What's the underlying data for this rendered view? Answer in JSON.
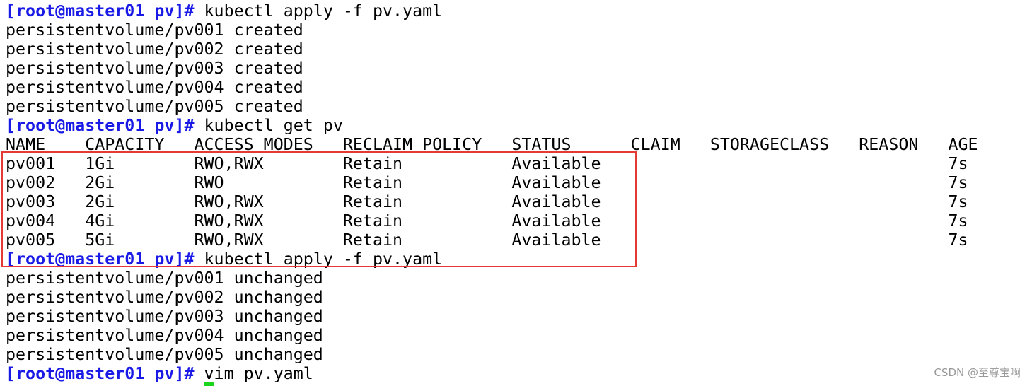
{
  "prompt": "[root@master01 pv]#",
  "commands": {
    "apply": "kubectl apply -f pv.yaml",
    "get": "kubectl get pv",
    "vim": "vim pv.yaml"
  },
  "created_lines": [
    "persistentvolume/pv001 created",
    "persistentvolume/pv002 created",
    "persistentvolume/pv003 created",
    "persistentvolume/pv004 created",
    "persistentvolume/pv005 created"
  ],
  "table": {
    "headers": [
      "NAME",
      "CAPACITY",
      "ACCESS MODES",
      "RECLAIM POLICY",
      "STATUS",
      "CLAIM",
      "STORAGECLASS",
      "REASON",
      "AGE"
    ],
    "rows": [
      [
        "pv001",
        "1Gi",
        "RWO,RWX",
        "Retain",
        "Available",
        "",
        "",
        "",
        "7s"
      ],
      [
        "pv002",
        "2Gi",
        "RWO",
        "Retain",
        "Available",
        "",
        "",
        "",
        "7s"
      ],
      [
        "pv003",
        "2Gi",
        "RWO,RWX",
        "Retain",
        "Available",
        "",
        "",
        "",
        "7s"
      ],
      [
        "pv004",
        "4Gi",
        "RWO,RWX",
        "Retain",
        "Available",
        "",
        "",
        "",
        "7s"
      ],
      [
        "pv005",
        "5Gi",
        "RWO,RWX",
        "Retain",
        "Available",
        "",
        "",
        "",
        "7s"
      ]
    ]
  },
  "unchanged_lines": [
    "persistentvolume/pv001 unchanged",
    "persistentvolume/pv002 unchanged",
    "persistentvolume/pv003 unchanged",
    "persistentvolume/pv004 unchanged",
    "persistentvolume/pv005 unchanged"
  ],
  "watermark": "CSDN @至尊宝啊",
  "colors": {
    "prompt": "#1a1ae6",
    "highlight_box": "#e53935",
    "cursor": "#1bd41b"
  }
}
